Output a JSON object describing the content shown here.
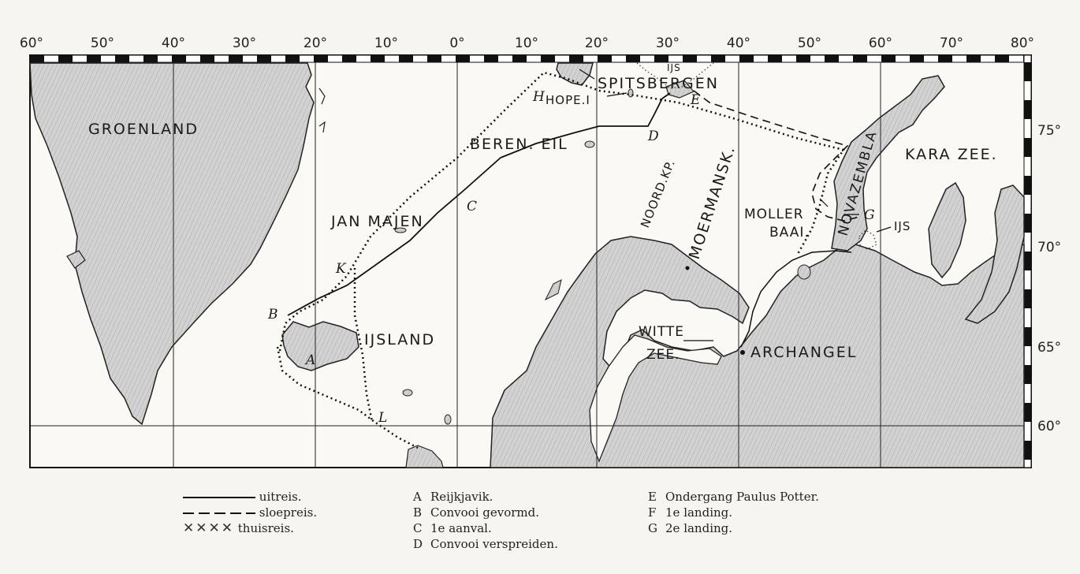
{
  "map": {
    "longitudes": [
      "60°",
      "50°",
      "40°",
      "30°",
      "20°",
      "10°",
      "0°",
      "10°",
      "20°",
      "30°",
      "40°",
      "50°",
      "60°",
      "70°",
      "80°"
    ],
    "latitudes": [
      "75°",
      "70°",
      "65°",
      "60°"
    ],
    "places": {
      "groenland": "GROENLAND",
      "spitsbergen": "SPITSBERGEN",
      "hope": "HOPE.I",
      "us_north": "IJS",
      "beren": "BEREN. EIL",
      "jan_mayen": "JAN MAJEN",
      "ijsland": "IJSLAND",
      "noord_kp": "NOORD.KP.",
      "moermansk": "MOERMANSK.",
      "nova_zembla": "NOVAZEMBLA",
      "kara_zee": "KARA ZEE.",
      "moller": "MOLLER",
      "baai": "BAAI.",
      "us_east": "IJS",
      "witte": "WITTE",
      "zee": "ZEE.",
      "archangel": "ARCHANGEL"
    },
    "markers": {
      "A": "A",
      "B": "B",
      "C": "C",
      "D": "D",
      "E": "E",
      "G": "G",
      "H": "H",
      "K": "K",
      "L": "L"
    },
    "colors": {
      "land": "#cfcfcf",
      "sea": "#f9f8f4",
      "border": "#111111"
    }
  },
  "legend": {
    "routes": [
      {
        "label": "uitreis.",
        "style": "solid"
      },
      {
        "label": "sloepreis.",
        "style": "dashed"
      },
      {
        "label": "thuisreis.",
        "style": "crosses",
        "symbol": "✕✕✕✕"
      }
    ],
    "points_1": [
      {
        "key": "A",
        "text": "Reijkjavik."
      },
      {
        "key": "B",
        "text": "Convooi gevormd."
      },
      {
        "key": "C",
        "text": "1e aanval."
      },
      {
        "key": "D",
        "text": "Convooi verspreiden."
      }
    ],
    "points_2": [
      {
        "key": "E",
        "text": "Ondergang Paulus Potter."
      },
      {
        "key": "F",
        "text": "1e landing."
      },
      {
        "key": "G",
        "text": "2e landing."
      }
    ]
  }
}
